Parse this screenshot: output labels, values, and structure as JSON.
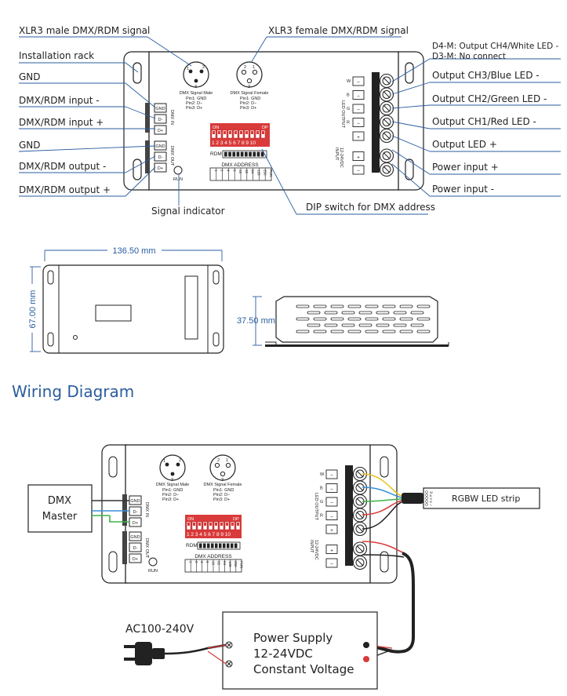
{
  "labels_left": [
    "XLR3 male DMX/RDM signal",
    "Installation rack",
    "GND",
    "DMX/RDM input -",
    "DMX/RDM input +",
    "GND",
    "DMX/RDM output -",
    "DMX/RDM output +"
  ],
  "label_top_female": "XLR3 female DMX/RDM signal",
  "labels_right": [
    "D4-M: Output CH4/White LED -",
    "D3-M: No connect",
    "Output CH3/Blue LED -",
    "Output CH2/Green LED -",
    "Output CH1/Red LED -",
    "Output LED +",
    "Power input +",
    "Power input -"
  ],
  "label_signal_indicator": "Signal indicator",
  "label_dip": "DIP switch for DMX address",
  "device": {
    "male_title": "DMX Signal Male",
    "female_title": "DMX Signal Female",
    "pins": [
      "Pin1: GND",
      "Pin2: D−",
      "Pin3: D+"
    ],
    "term_left_in": [
      "GND",
      "D-",
      "D+"
    ],
    "term_left_out": [
      "GND",
      "D-",
      "D+"
    ],
    "dmx_in": "DMX IN",
    "dmx_out": "DMX OUT",
    "run": "RUN",
    "dip_on": "ON",
    "dip_dp": "DP",
    "dip_nums": [
      "1",
      "2",
      "3",
      "4",
      "5",
      "6",
      "7",
      "8",
      "9",
      "10"
    ],
    "rdm": "RDM",
    "dmx_address": "DMX ADDRESS",
    "addr_weights": [
      "1",
      "2",
      "4",
      "8",
      "16",
      "32",
      "64",
      "128",
      "256",
      "FUN"
    ],
    "led_output": "LED OUTPUT",
    "input": "INPUT",
    "input_volt": "12-24VDC",
    "right_terms": [
      "−",
      "−",
      "−",
      "−",
      "+",
      "+",
      "−"
    ],
    "right_marks": [
      "W",
      "B",
      "G",
      "R",
      "",
      "",
      ""
    ]
  },
  "dimensions": {
    "width": "136.50 mm",
    "height": "67.00 mm",
    "depth": "37.50 mm"
  },
  "wiring": {
    "title": "Wiring Diagram",
    "dmx_master": [
      "DMX",
      "Master"
    ],
    "strip": "RGBW LED strip",
    "strip_pins": [
      "W",
      "B",
      "G",
      "R",
      "+"
    ],
    "ac": "AC100-240V",
    "ps_lines": [
      "Power Supply",
      "12-24VDC",
      "Constant Voltage"
    ]
  }
}
